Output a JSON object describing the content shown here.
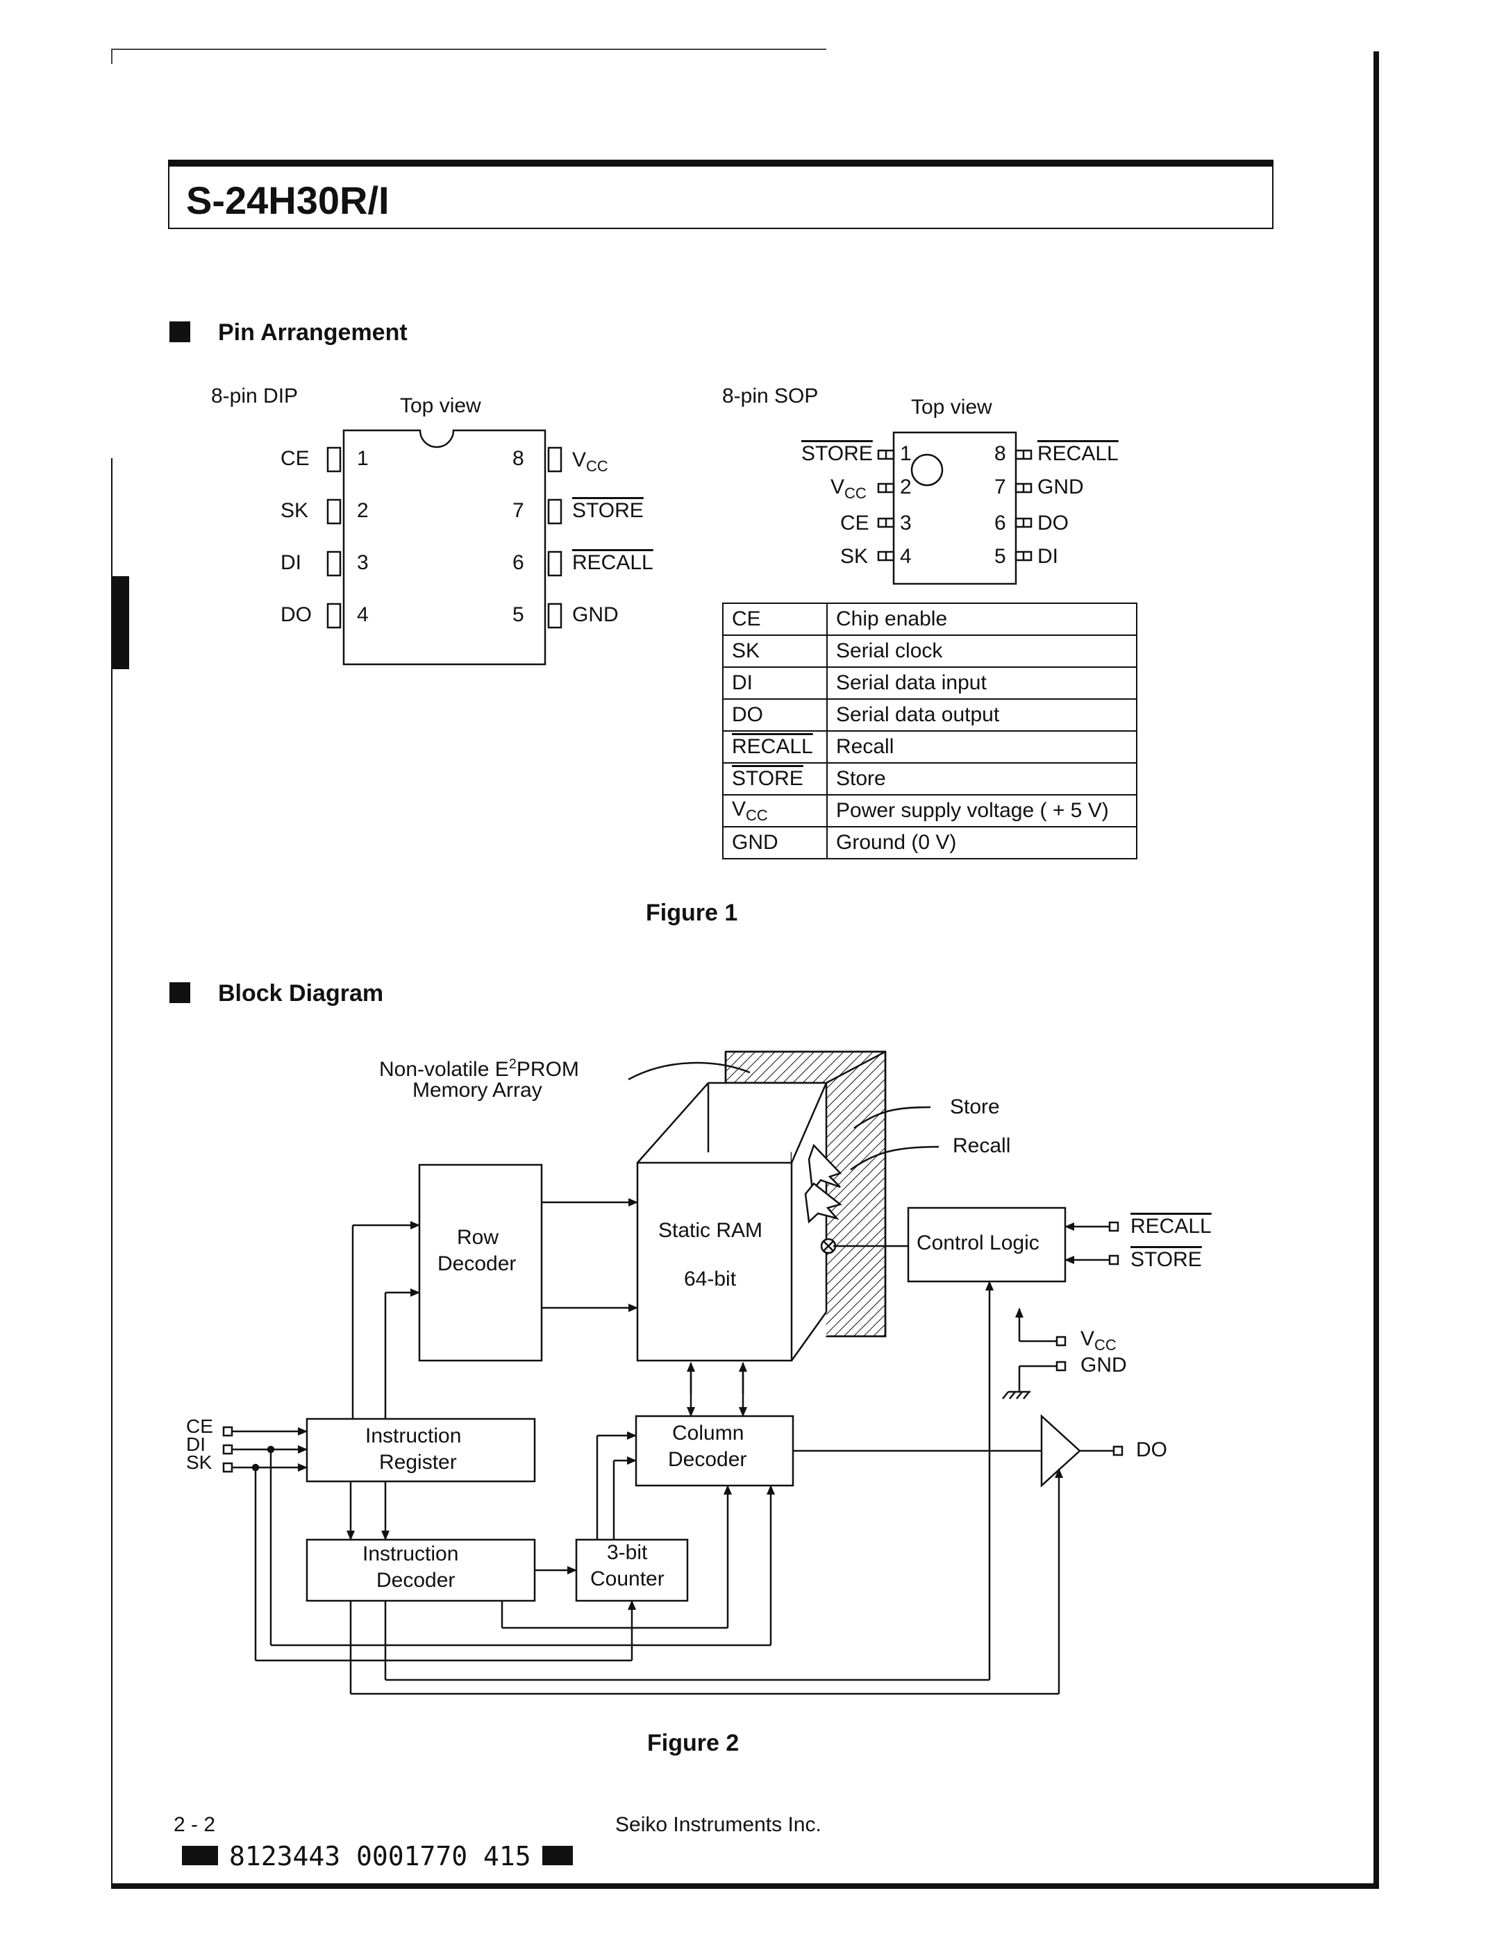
{
  "header": {
    "title": "S-24H30R/I"
  },
  "pin_section": {
    "heading": "Pin Arrangement",
    "dip": {
      "label": "8-pin DIP",
      "view": "Top view",
      "left_pins": [
        {
          "num": "1",
          "name": "CE"
        },
        {
          "num": "2",
          "name": "SK"
        },
        {
          "num": "3",
          "name": "DI"
        },
        {
          "num": "4",
          "name": "DO"
        }
      ],
      "right_pins": [
        {
          "num": "8",
          "name": "V",
          "sub": "CC"
        },
        {
          "num": "7",
          "name": "STORE"
        },
        {
          "num": "6",
          "name": "RECALL"
        },
        {
          "num": "5",
          "name": "GND"
        }
      ]
    },
    "sop": {
      "label": "8-pin SOP",
      "view": "Top view",
      "left_pins": [
        {
          "num": "1",
          "name": "STORE"
        },
        {
          "num": "2",
          "name": "V",
          "sub": "CC"
        },
        {
          "num": "3",
          "name": "CE"
        },
        {
          "num": "4",
          "name": "SK"
        }
      ],
      "right_pins": [
        {
          "num": "8",
          "name": "RECALL"
        },
        {
          "num": "7",
          "name": "GND"
        },
        {
          "num": "6",
          "name": "DO"
        },
        {
          "num": "5",
          "name": "DI"
        }
      ]
    },
    "table": [
      {
        "pin": "CE",
        "desc": "Chip enable"
      },
      {
        "pin": "SK",
        "desc": "Serial clock"
      },
      {
        "pin": "DI",
        "desc": "Serial data input"
      },
      {
        "pin": "DO",
        "desc": "Serial data output"
      },
      {
        "pin": "RECALL",
        "desc": "Recall"
      },
      {
        "pin": "STORE",
        "desc": "Store"
      },
      {
        "pin": "V",
        "pin_sub": "CC",
        "desc": "Power supply voltage ( + 5 V)"
      },
      {
        "pin": "GND",
        "desc": "Ground (0 V)"
      }
    ],
    "figure": "Figure 1"
  },
  "block_section": {
    "heading": "Block Diagram",
    "memory_label_1": "Non-volatile E",
    "memory_label_sup": "2",
    "memory_label_2": "PROM",
    "memory_label_3": "Memory Array",
    "store_label": "Store",
    "recall_label": "Recall",
    "row_decoder_1": "Row",
    "row_decoder_2": "Decoder",
    "sram_1": "Static RAM",
    "sram_2": "64-bit",
    "control_logic": "Control Logic",
    "recall_pin": "RECALL",
    "store_pin": "STORE",
    "vcc_pin": "V",
    "vcc_sub": "CC",
    "gnd_pin": "GND",
    "ce_pin": "CE",
    "di_pin": "DI",
    "sk_pin": "SK",
    "ireg_1": "Instruction",
    "ireg_2": "Register",
    "col_dec_1": "Column",
    "col_dec_2": "Decoder",
    "do_pin": "DO",
    "idec_1": "Instruction",
    "idec_2": "Decoder",
    "counter_1": "3-bit",
    "counter_2": "Counter",
    "figure": "Figure 2"
  },
  "footer": {
    "page": "2 - 2",
    "company": "Seiko Instruments Inc.",
    "barcode": "8123443 0001770 415"
  }
}
